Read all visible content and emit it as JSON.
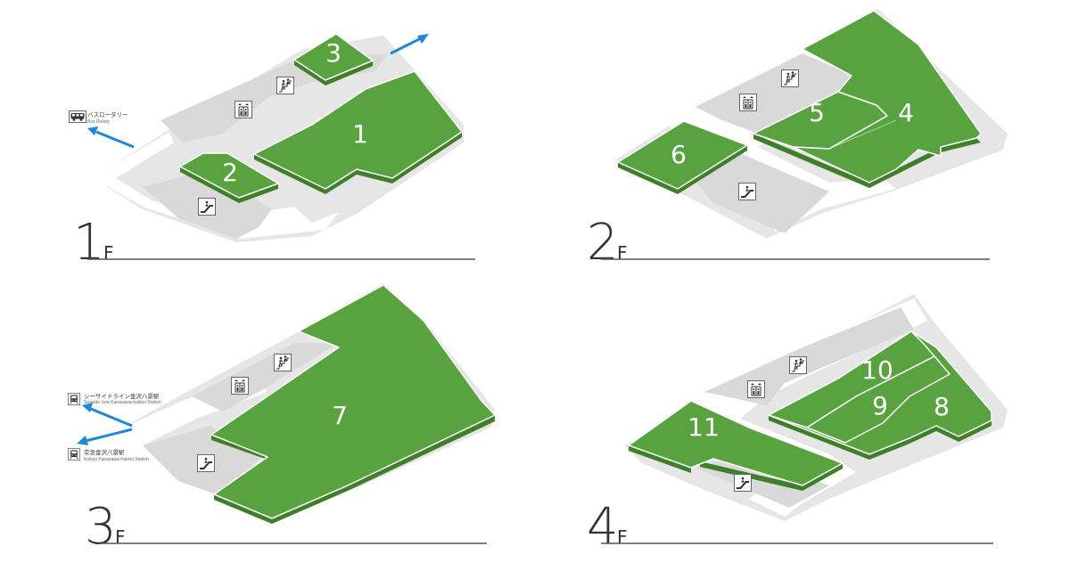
{
  "floors": [
    {
      "id": "1F",
      "number": "1",
      "suffix": "F",
      "blocks": [
        "1",
        "2",
        "3"
      ],
      "destinations": [
        {
          "jp": "バスロータリー",
          "en": "Bus Rotary",
          "icon": "bus-icon"
        }
      ],
      "facilities": [
        "elevator-icon",
        "stairs-icon",
        "escalator-icon"
      ]
    },
    {
      "id": "2F",
      "number": "2",
      "suffix": "F",
      "blocks": [
        "4",
        "5",
        "6"
      ],
      "facilities": [
        "elevator-icon",
        "stairs-icon",
        "escalator-icon"
      ]
    },
    {
      "id": "3F",
      "number": "3",
      "suffix": "F",
      "blocks": [
        "7"
      ],
      "destinations": [
        {
          "jp": "シーサイドライン金沢八景駅",
          "en": "Seaside Line Kanazawa-hakkei Station",
          "icon": "train-icon"
        },
        {
          "jp": "京急金沢八景駅",
          "en": "Keikyu Kanazawa-hakkei Station",
          "icon": "train-icon"
        }
      ],
      "facilities": [
        "elevator-icon",
        "stairs-icon",
        "escalator-icon"
      ]
    },
    {
      "id": "4F",
      "number": "4",
      "suffix": "F",
      "blocks": [
        "8",
        "9",
        "10",
        "11"
      ],
      "facilities": [
        "elevator-icon",
        "stairs-icon",
        "escalator-icon"
      ]
    }
  ],
  "colors": {
    "store": "#58a33f",
    "store_side": "#3f7f2a",
    "corridor": "#d9d9d9",
    "arrow": "#1e88d6"
  }
}
